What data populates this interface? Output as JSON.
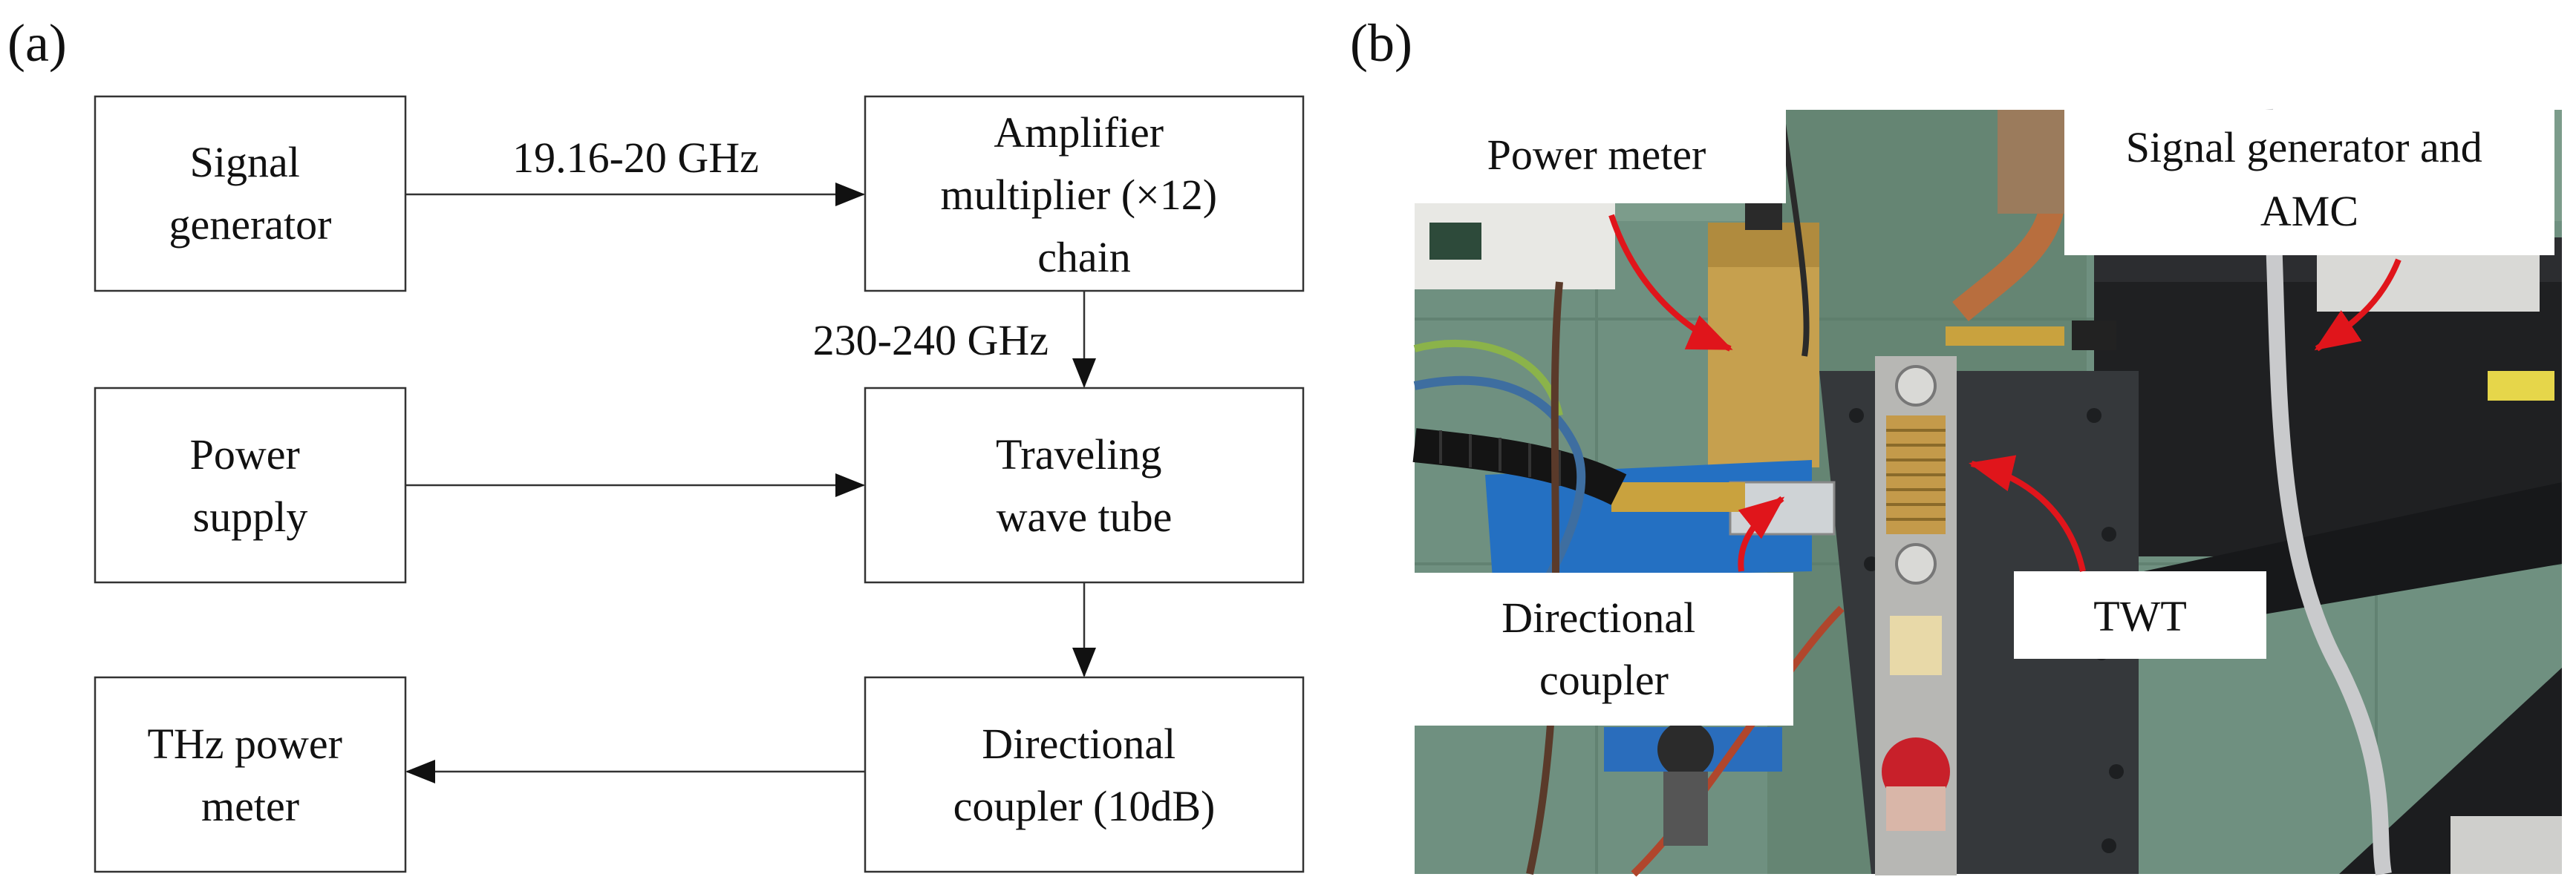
{
  "panels": {
    "a": {
      "label": "(a)"
    },
    "b": {
      "label": "(b)"
    }
  },
  "diagram": {
    "boxes": {
      "signal_generator": [
        "Signal",
        "generator"
      ],
      "amplifier_chain": [
        "Amplifier",
        "multiplier (×12)",
        "chain"
      ],
      "power_supply": [
        "Power",
        "supply"
      ],
      "twt": [
        "Traveling",
        "wave tube"
      ],
      "thz_power_meter": [
        "THz power",
        "meter"
      ],
      "directional_coupler": [
        "Directional",
        "coupler (10dB)"
      ]
    },
    "edge_labels": {
      "input_freq": "19.16-20 GHz",
      "output_freq": "230-240 GHz"
    }
  },
  "photo": {
    "callouts": {
      "power_meter": [
        "Power meter"
      ],
      "signal_generator_amc": [
        "Signal generator and",
        "AMC"
      ],
      "directional_coupler": [
        "Directional",
        "coupler"
      ],
      "twt": [
        "TWT"
      ]
    },
    "colors": {
      "arrow": "#e0151b",
      "bench": "#6c8f7c",
      "breadboard": "#3c3f41",
      "gold": "#c9a23e",
      "blue_stand": "#1f6fc0"
    }
  }
}
